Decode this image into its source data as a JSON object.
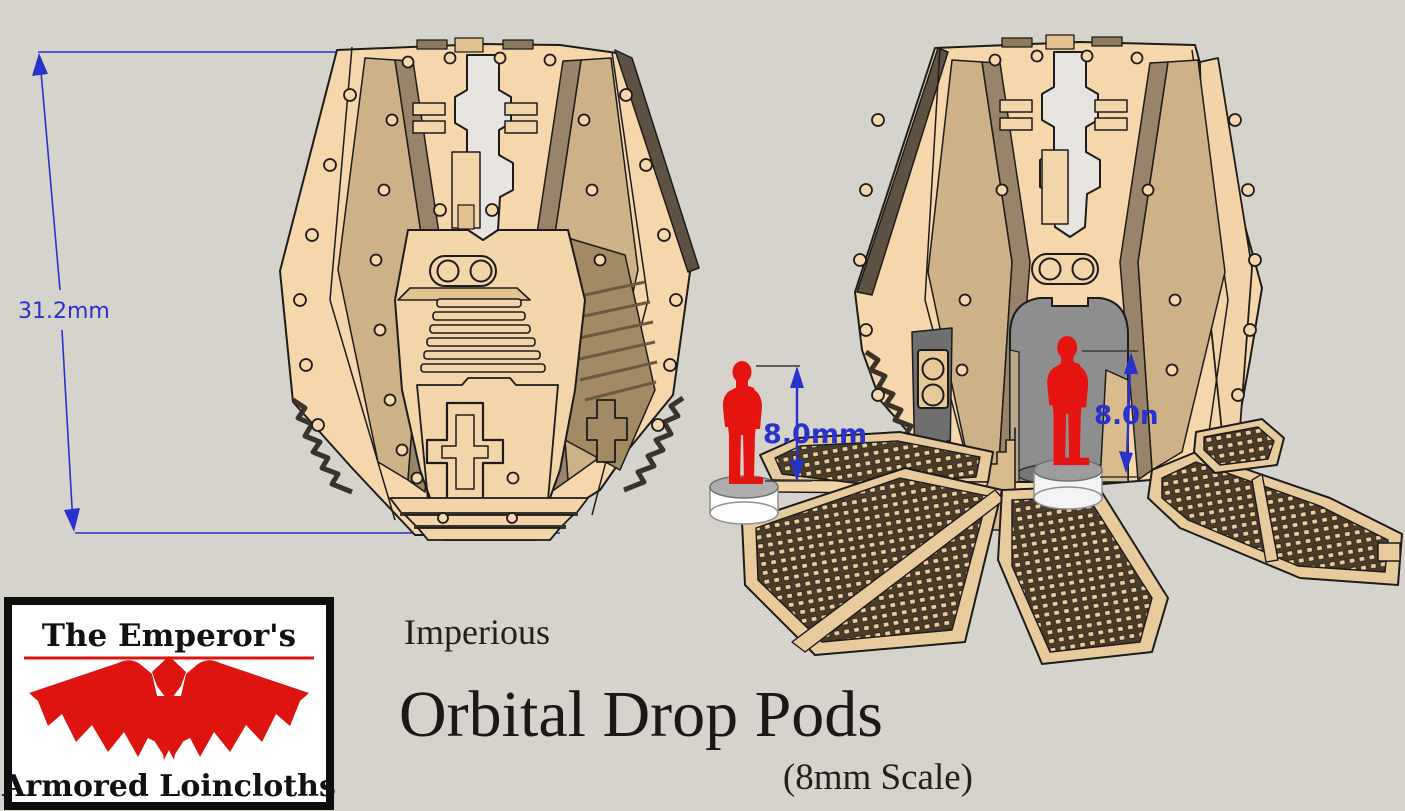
{
  "palette": {
    "background": "#d5d3cc",
    "pod_tan_light": "#f6d7ac",
    "pod_tan_mid": "#cdb287",
    "pod_tan_dark": "#98846a",
    "pod_bevel_shadow": "#5f5243",
    "ramp_edge_tan": "#e8cb9d",
    "tread_dark": "#4a3c2b",
    "interior_gray": "#8e8e8e",
    "figure_red": "#e51410",
    "dimension_blue": "#2a32cc",
    "outline": "#1c1c1c",
    "logo_red": "#dd1410"
  },
  "annotations": {
    "pod_height_label": "31.2mm",
    "left_figure_height_label": "8.0mm",
    "right_figure_height_label": "8.0n"
  },
  "logo": {
    "top_line": "The Emperor's",
    "bottom_line": "Armored Loincloths"
  },
  "title": {
    "kicker": "Imperious",
    "main": "Orbital Drop Pods",
    "scale_note": "(8mm Scale)"
  }
}
